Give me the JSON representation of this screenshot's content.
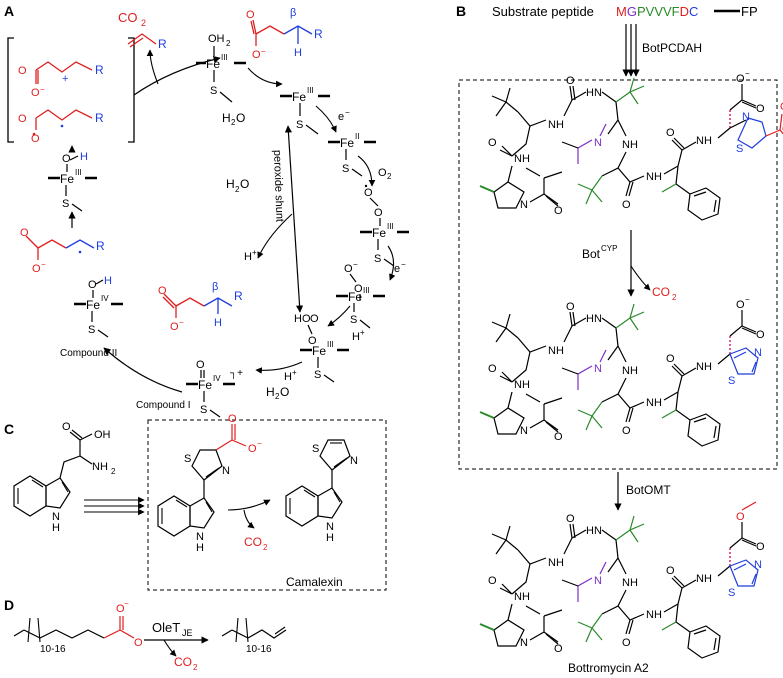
{
  "panels": {
    "a": {
      "letter": "A",
      "co2": "CO",
      "co2_sub": "2",
      "r": "R",
      "beta": "β",
      "oh2": "OH",
      "oh2_sub": "2",
      "fe": "Fe",
      "fe3": "III",
      "fe2": "II",
      "fe4": "IV",
      "s": "S",
      "h2o": "H",
      "h2o_tail": "O",
      "o2": "O",
      "e": "e",
      "hplus": "H",
      "o": "O",
      "h": "H",
      "hooh": "HO",
      "shunt": "peroxide shunt",
      "compound1": "Compound I",
      "compound2": "Compound II"
    },
    "b": {
      "letter": "B",
      "substrate_label": "Substrate peptide",
      "seq": [
        {
          "c": "M",
          "color": "#e01e1e"
        },
        {
          "c": "G",
          "color": "#7a2fc4"
        },
        {
          "c": "P",
          "color": "#2a8a2a"
        },
        {
          "c": "V",
          "color": "#2a8a2a"
        },
        {
          "c": "V",
          "color": "#2a8a2a"
        },
        {
          "c": "V",
          "color": "#2a8a2a"
        },
        {
          "c": "F",
          "color": "#2a8a2a"
        },
        {
          "c": "D",
          "color": "#e01e1e"
        },
        {
          "c": "C",
          "color": "#1e3ce0"
        }
      ],
      "seq_tail": "FP",
      "enzyme1": "BotPCDAH",
      "enzyme2": "Bot",
      "enzyme2_sup": "CYP",
      "co2": "CO",
      "co2_sub": "2",
      "enzyme3": "BotOMT",
      "product": "Bottromycin A2",
      "atoms": {
        "N": "N",
        "NH": "NH",
        "HN": "HN",
        "O": "O",
        "S": "S",
        "Ominus": "O"
      }
    },
    "c": {
      "letter": "C",
      "oh": "OH",
      "nh2": "NH",
      "nh2_sub": "2",
      "n": "N",
      "h": "H",
      "s": "S",
      "o": "O",
      "co2": "CO",
      "co2_sub": "2",
      "product": "Camalexin"
    },
    "d": {
      "letter": "D",
      "range": "10-16",
      "enzyme": "OleT",
      "enzyme_sub": "JE",
      "o": "O",
      "co2": "CO",
      "co2_sub": "2"
    }
  },
  "colors": {
    "red": "#e01e1e",
    "blue": "#1e3ce0",
    "purple": "#7a2fc4",
    "green": "#2a8a2a",
    "pink": "#e0307a",
    "black": "#000000"
  }
}
